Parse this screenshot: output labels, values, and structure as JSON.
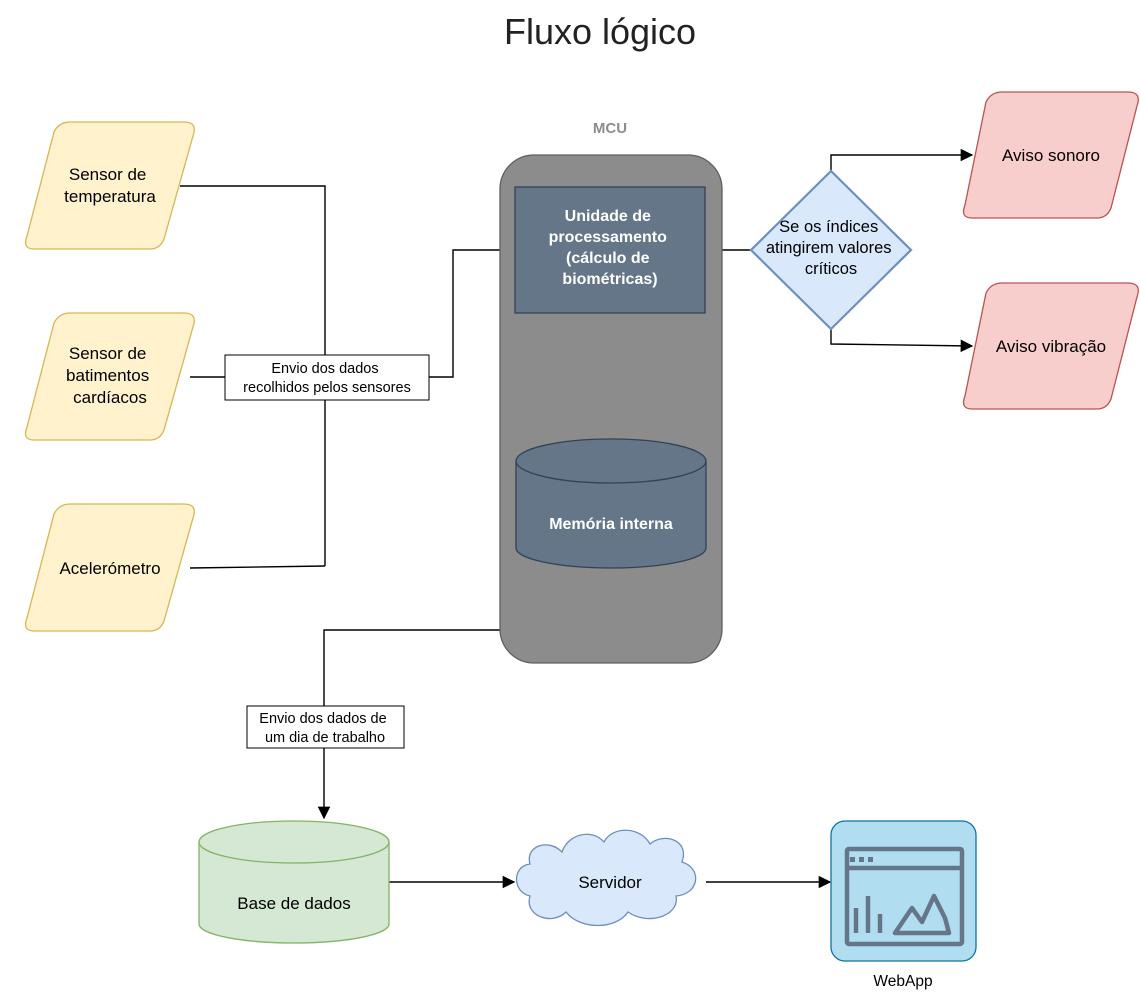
{
  "title": "Fluxo lógico",
  "sensors": {
    "temperature": [
      "Sensor de",
      "temperatura"
    ],
    "heartbeat": [
      "Sensor de",
      "batimentos",
      "cardíacos"
    ],
    "accelerometer": [
      "Acelerómetro"
    ]
  },
  "edge_labels": {
    "sensors_to_mcu": [
      "Envio dos dados",
      "recolhidos pelos sensores"
    ],
    "mcu_to_database": [
      "Envio dos dados de",
      "um dia de trabalho"
    ]
  },
  "mcu": {
    "label": "MCU",
    "processing_unit": [
      "Unidade de",
      "processamento",
      "(cálculo de",
      "biométricas)"
    ],
    "memory": "Memória interna"
  },
  "decision": [
    "Se os índices",
    "atingirem valores",
    "críticos"
  ],
  "alerts": {
    "sound": "Aviso sonoro",
    "vibration": "Aviso vibração"
  },
  "backend": {
    "database": "Base de dados",
    "server": "Servidor",
    "webapp": "WebApp"
  },
  "colors": {
    "sensor_fill": "#fff2cc",
    "sensor_stroke": "#d6b656",
    "alert_fill": "#f8cecc",
    "alert_stroke": "#b85450",
    "mcu_fill": "#8c8c8c",
    "mcu_inner_fill": "#647687",
    "decision_fill": "#dae8fc",
    "decision_stroke": "#6c8ebf",
    "database_fill": "#d5e8d4",
    "database_stroke": "#82b366",
    "webapp_fill": "#b1ddf0",
    "webapp_stroke": "#10739e"
  },
  "icons": [
    "webapp-dashboard-icon"
  ]
}
